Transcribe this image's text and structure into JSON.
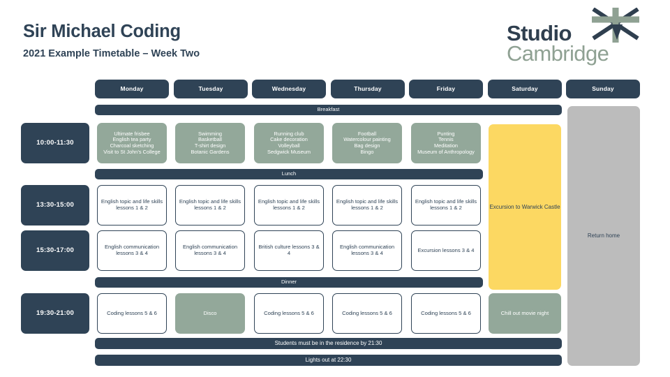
{
  "header": {
    "title": "Sir Michael Coding",
    "subtitle": "2021 Example Timetable – Week Two"
  },
  "logo": {
    "line1": "Studio",
    "line2": "Cambridge",
    "flag_icon": "union-jack-flag-icon",
    "colors": {
      "navy": "#2f3f4f",
      "sage": "#8fa193"
    }
  },
  "colors": {
    "navy": "#2f4356",
    "sage": "#93a89a",
    "yellow": "#fcd862",
    "grey": "#bcbcbc",
    "white": "#ffffff"
  },
  "days": [
    "Monday",
    "Tuesday",
    "Wednesday",
    "Thursday",
    "Friday",
    "Saturday",
    "Sunday"
  ],
  "times": [
    "10:00-11:30",
    "13:30-15:00",
    "15:30-17:00",
    "19:30-21:00"
  ],
  "meals": {
    "breakfast": "Breakfast",
    "lunch": "Lunch",
    "dinner": "Dinner"
  },
  "activities": {
    "monday": "Ultimate frisbee\nEnglish tea party\nCharcoal sketching\nVisit to St John’s College",
    "tuesday": "Swimming\nBasketball\nT-shirt design\nBotanic Gardens",
    "wednesday": "Running club\nCake decoration\nVolleyball\nSedgwick Museum",
    "thursday": "Football\nWatercolour painting\nBag design\nBingo",
    "friday": "Punting\nTennis\nMeditation\nMuseum of Anthropology"
  },
  "lessons_1": {
    "monday": "English topic and life skills lessons 1 & 2",
    "tuesday": "English topic and life skills lessons 1 & 2",
    "wednesday": "English topic and life skills lessons 1 & 2",
    "thursday": "English topic and life skills lessons 1 & 2",
    "friday": "English topic and life skills lessons 1 & 2"
  },
  "lessons_2": {
    "monday": "English communication lessons 3 & 4",
    "tuesday": "English communication lessons 3 & 4",
    "wednesday": "British culture lessons 3 & 4",
    "thursday": "English communication lessons 3 & 4",
    "friday": "Excursion lessons 3 & 4"
  },
  "lessons_3": {
    "monday": "Coding lessons 5 & 6",
    "tuesday": "Disco",
    "wednesday": "Coding lessons 5 & 6",
    "thursday": "Coding lessons 5 & 6",
    "friday": "Coding lessons 5 & 6",
    "saturday": "Chill out movie night"
  },
  "weekend": {
    "saturday_excursion": "Excursion to Warwick Castle",
    "sunday_return": "Return home"
  },
  "notes": {
    "curfew": "Students must be in the residence by 21:30",
    "lights_out": "Lights out at 22:30"
  }
}
